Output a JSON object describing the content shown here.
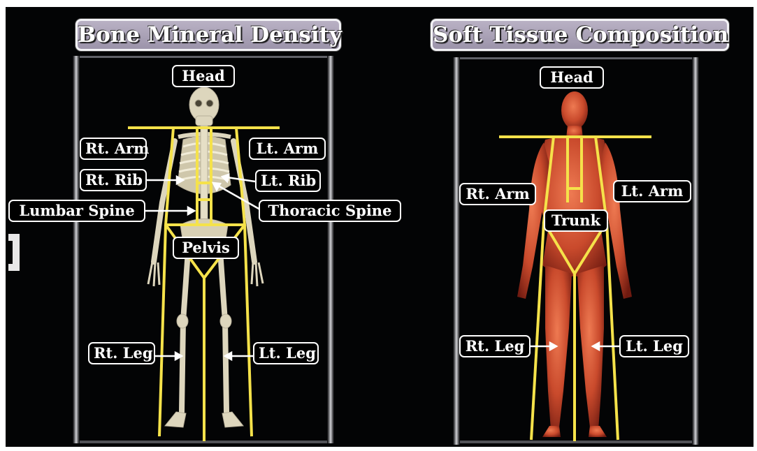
{
  "panels": [
    {
      "id": "bone",
      "title": "Bone Mineral Density",
      "labels": [
        "Head",
        "Rt. Arm",
        "Lt. Arm",
        "Rt. Rib",
        "Lt. Rib",
        "Lumbar Spine",
        "Thoracic Spine",
        "Pelvis",
        "Rt. Leg",
        "Lt. Leg"
      ]
    },
    {
      "id": "soft-tissue",
      "title": "Soft Tissue Composition",
      "labels": [
        "Head",
        "Rt. Arm",
        "Lt. Arm",
        "Trunk",
        "Rt. Leg",
        "Lt. Leg"
      ]
    }
  ],
  "colors": {
    "background": "#030405",
    "region_lines": "#f5e24a",
    "label_border": "#ffffff",
    "title_fill": "#a79fb6",
    "skeleton": "#ddd6bd",
    "body": "#c8472c"
  },
  "icons": [
    "skeleton-figure",
    "female-body-figure"
  ]
}
